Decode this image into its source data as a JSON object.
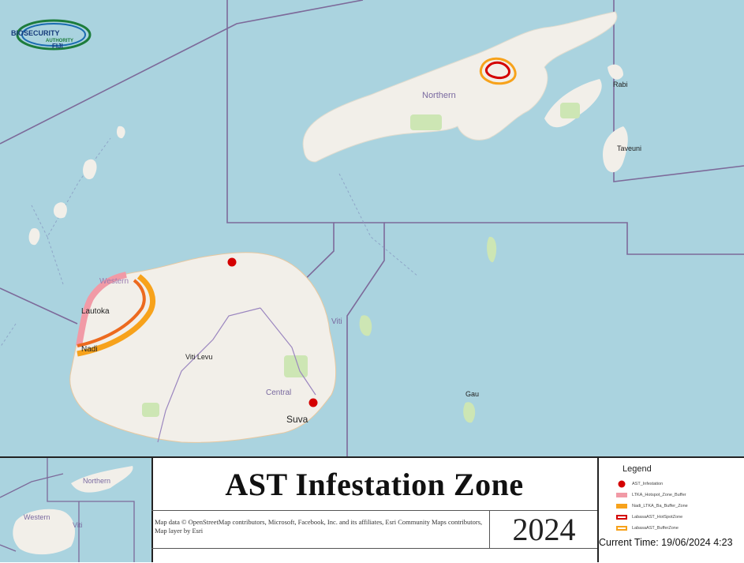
{
  "logo": {
    "line1": "BIOSECURITY",
    "line2": "AUTHORITY",
    "line3": "FIJI"
  },
  "map_labels": {
    "northern": "Northern",
    "western": "Western",
    "lautoka": "Lautoka",
    "nadi": "Nadi",
    "viti_levu": "Viti Levu",
    "viti": "Viti",
    "central": "Central",
    "suva": "Suva",
    "gau": "Gau",
    "rabi": "Rabi",
    "taveuni": "Taveuni"
  },
  "inset_labels": {
    "northern": "Northern",
    "western": "Western",
    "viti": "Viti"
  },
  "title": "AST Infestation Zone",
  "credits": "Map data © OpenStreetMap contributors, Microsoft, Facebook, Inc. and its affiliates, Esri Community Maps contributors, Map layer by Esri",
  "year": "2024",
  "legend": {
    "title": "Legend",
    "items": [
      {
        "label": "AST_Infestation",
        "symbol": "dot",
        "color": "#d40000"
      },
      {
        "label": "LTKA_Hotspot_Zone_Buffer",
        "symbol": "fill",
        "color": "#f19aa6"
      },
      {
        "label": "Nadi_LTKA_Ba_Buffer_Zone",
        "symbol": "fill",
        "color": "#f7a21b"
      },
      {
        "label": "LabasaAST_HotSpotZone",
        "symbol": "outline",
        "color": "#d40000"
      },
      {
        "label": "LabasaAST_BufferZone",
        "symbol": "outline",
        "color": "#f7a21b"
      }
    ]
  },
  "current_time": "Current Time: 19/06/2024 4:23",
  "colors": {
    "ocean": "#aad3df",
    "land": "#f2efe9",
    "boundary": "#7d6a9a",
    "park": "#cde6b4",
    "infestation": "#d40000"
  }
}
